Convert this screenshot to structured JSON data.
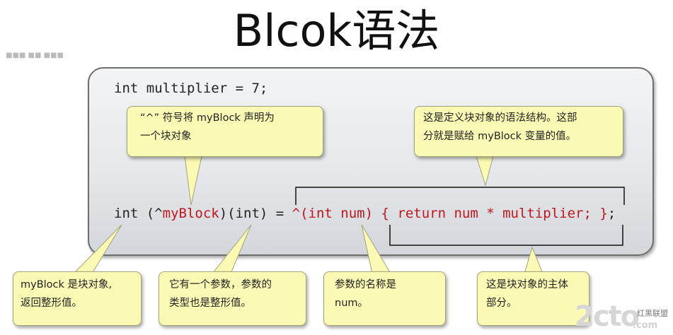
{
  "title": "Blcok语法",
  "faint_text": "■■■ ■■ ■■■",
  "code": {
    "line1": "int multiplier = 7;",
    "line2_a": "int (^",
    "line2_b": "myBlock",
    "line2_c": ")(int) = ",
    "line2_d": "^(int num) { return num * multiplier; }",
    "line2_e": ";"
  },
  "callouts": {
    "caret": {
      "line1": "“^” 符号将 myBlock 声明为",
      "line2": "一个块对象"
    },
    "definition": {
      "line1": "这是定义块对象的语法结构。这部",
      "line2": "分就是赋给 myBlock 变量的值。"
    },
    "myblock": {
      "line1": "myBlock 是块对象,",
      "line2": "返回整形值。"
    },
    "param": {
      "line1": "它有一个参数，参数的",
      "line2": "类型也是整形值。"
    },
    "name": {
      "line1": "参数的名称是",
      "line2": "num。"
    },
    "body": {
      "line1": "这是块对象的主体",
      "line2": "部分。"
    }
  },
  "colors": {
    "callout_fill": "#fafab4",
    "code_red": "#c0161d",
    "panel_border": "#6e6e6e"
  },
  "watermark": {
    "main": "2cto",
    "sub1": "红黑联盟",
    "sub2": ".com"
  }
}
